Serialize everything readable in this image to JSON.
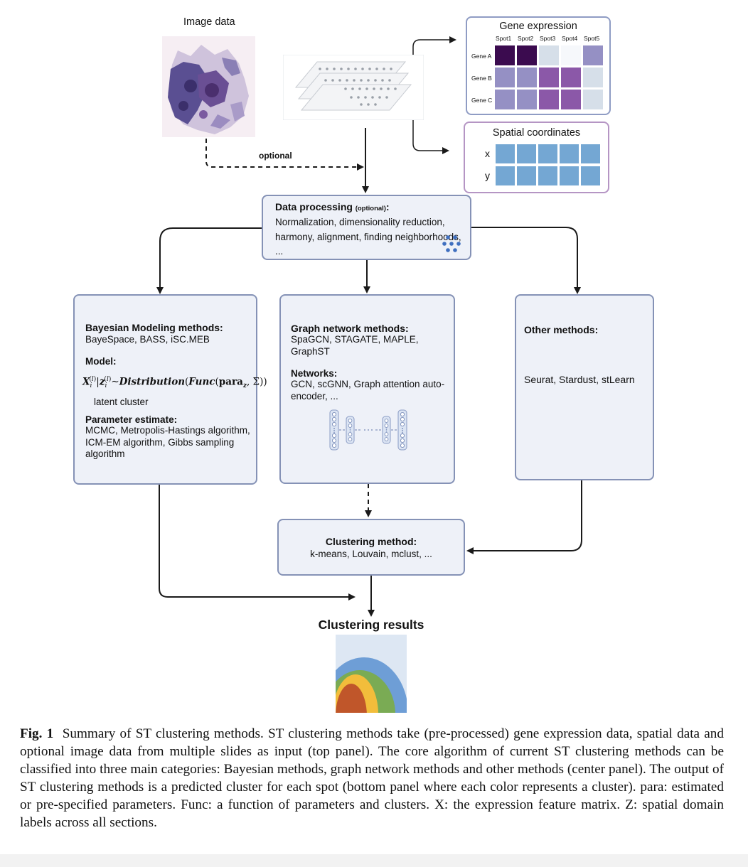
{
  "top": {
    "image_label": "Image data",
    "optional_label": "optional",
    "gene_expression_title": "Gene expression",
    "spots": [
      "Spot1",
      "Spot2",
      "Spot3",
      "Spot4",
      "Spot5"
    ],
    "genes": [
      "Gene A",
      "Gene B",
      "Gene C"
    ],
    "spatial_title": "Spatial coordinates",
    "coord_labels": [
      "x",
      "y"
    ]
  },
  "processing": {
    "title": "Data processing",
    "title_note": "(optional)",
    "title_colon": ":",
    "body": "Normalization, dimensionality reduction, harmony, alignment, finding neighborhoods, ..."
  },
  "bayesian": {
    "title": "Bayesian Modeling methods:",
    "examples": "BayeSpace, BASS, iSC.MEB",
    "model_label": "Model:",
    "formula": "X_i^(l) | z_i^(l) ~ Distribution(Func(para_z, Σ))",
    "formula_note": "latent cluster",
    "param_label": "Parameter estimate:",
    "param_body": "MCMC, Metropolis-Hastings algorithm, ICM-EM algorithm, Gibbs sampling algorithm"
  },
  "graph": {
    "title": "Graph network methods:",
    "examples": "SpaGCN, STAGATE, MAPLE, GraphST",
    "networks_label": "Networks:",
    "networks_body": "GCN, scGNN, Graph attention auto-encoder, ..."
  },
  "other": {
    "title": "Other methods:",
    "examples": "Seurat, Stardust, stLearn"
  },
  "clustering": {
    "title": "Clustering method:",
    "body": "k-means, Louvain, mclust, ..."
  },
  "results": {
    "title": "Clustering results"
  },
  "caption": {
    "label": "Fig. 1",
    "text": "Summary of ST clustering methods. ST clustering methods take (pre-processed) gene expression data, spatial data and optional image data from multiple slides as input (top panel). The core algorithm of current ST clustering methods can be classified into three main categories: Bayesian methods, graph network methods and other methods (center panel). The output of ST clustering methods is a predicted cluster for each spot (bottom panel where each color represents a cluster). para: estimated or pre-specified parameters. Func: a function of parameters and clusters. X: the expression feature matrix. Z: spatial domain labels across all sections."
  },
  "colors": {
    "box_border": "#8592b6",
    "box_fill": "#eef1f8",
    "gene_border": "#8f9cc4",
    "spatial_border": "#b595c4",
    "grid_blue": "#74a7d3",
    "heat_dark": "#3b0b4f",
    "heat_mid": "#8b58a8",
    "heat_light": "#9590c4",
    "heat_pale": "#d6dfe9"
  }
}
